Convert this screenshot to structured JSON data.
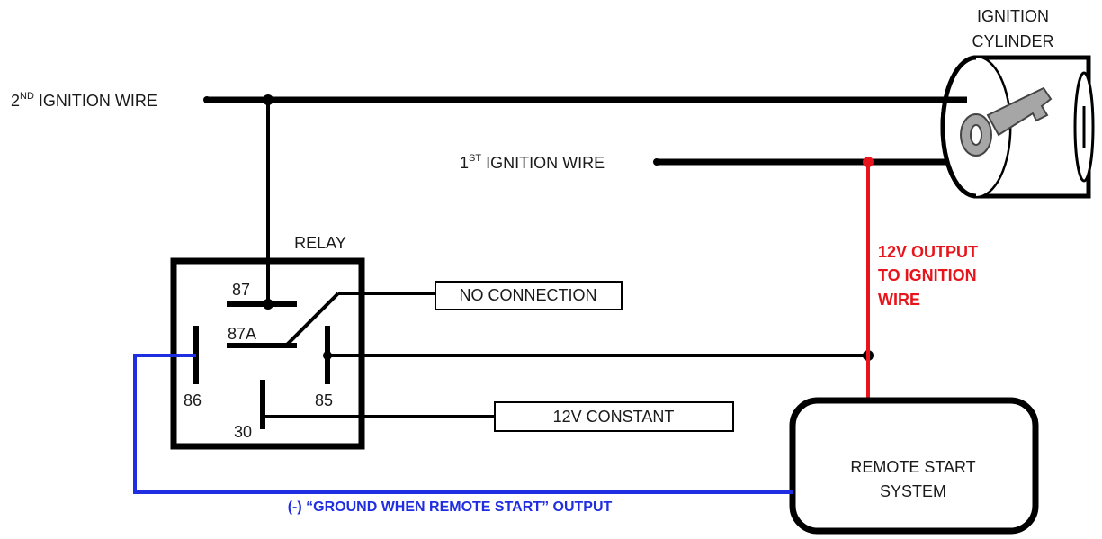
{
  "colors": {
    "wire": "#000000",
    "ignition_output": "#e8141b",
    "ground_output": "#1f2ee0"
  },
  "labels": {
    "ignition_cylinder": [
      "IGNITION",
      "CYLINDER"
    ],
    "wire_2nd": {
      "num": "2",
      "sup": "ND",
      "text": " IGNITION WIRE"
    },
    "wire_1st": {
      "num": "1",
      "sup": "ST",
      "text": " IGNITION WIRE"
    },
    "relay": "RELAY",
    "pin_87": "87",
    "pin_87a": "87A",
    "pin_86": "86",
    "pin_85": "85",
    "pin_30": "30",
    "no_connection": "NO CONNECTION",
    "constant_12v": "12V CONSTANT",
    "output_12v": [
      "12V OUTPUT",
      "TO IGNITION",
      "WIRE"
    ],
    "remote_start": [
      "REMOTE START",
      "SYSTEM"
    ],
    "ground_output": "(-) “GROUND WHEN REMOTE START” OUTPUT"
  },
  "icons": {
    "ignition_cylinder": "ignition-key-cylinder-icon"
  }
}
